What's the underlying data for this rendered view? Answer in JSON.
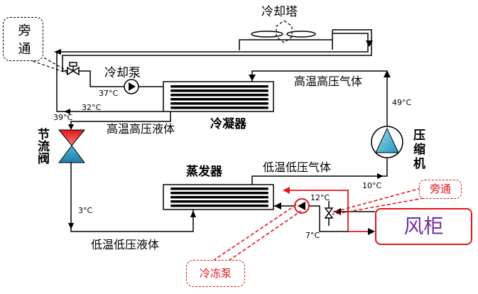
{
  "diagram": {
    "cooling_tower": "冷却塔",
    "cooling_bypass": "旁通",
    "cooling_pump": "冷却泵",
    "temp_37": "37°C",
    "temp_32": "32°C",
    "temp_39": "39°C",
    "hp_liquid": "高温高压液体",
    "condenser": "冷凝器",
    "hp_gas": "高温高压气体",
    "temp_49": "49°C",
    "throttle_valve": "节流阀",
    "compressor": "压缩机",
    "evaporator": "蒸发器",
    "lp_gas": "低温低压气体",
    "temp_10": "10°C",
    "temp_12": "12°C",
    "temp_3": "3°C",
    "temp_7": "7°C",
    "lp_liquid": "低温低压液体",
    "chilled_bypass": "旁通",
    "chilled_pump": "冷冻泵",
    "fan_coil": "风柜"
  },
  "icons": [
    "cooling-tower-icon",
    "cooling-pump-icon",
    "condenser-icon",
    "compressor-icon",
    "throttle-valve-icon",
    "evaporator-icon",
    "chilled-pump-icon",
    "cooling-bypass-valve-icon",
    "chilled-bypass-valve-icon"
  ],
  "colors": {
    "red": "#e3151b",
    "red_light": "#f27a7a",
    "blue": "#4fb3d6",
    "blue_dark": "#1f7fab",
    "teal": "#1d96c1",
    "teal_light": "#a3dcec",
    "purple": "#7030a0"
  }
}
